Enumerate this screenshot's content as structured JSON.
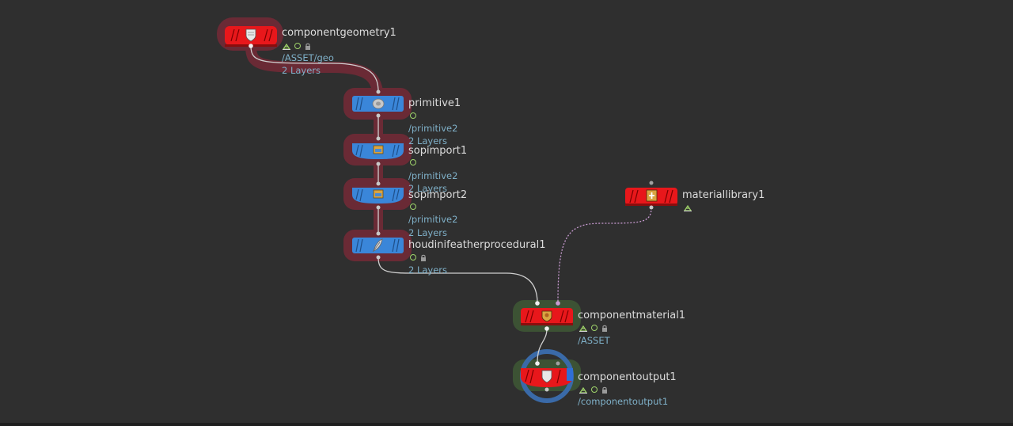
{
  "nodes": {
    "componentgeometry1": {
      "name": "componentgeometry1",
      "info": [
        "/ASSET/geo",
        "2 Layers"
      ],
      "icon": "shield-icon"
    },
    "primitive1": {
      "name": "primitive1",
      "info": [
        "/primitive2",
        "2 Layers"
      ],
      "icon": "primitive-disc-icon"
    },
    "sopimport1": {
      "name": "sopimport1",
      "info": [
        "/primitive2",
        "2 Layers"
      ],
      "icon": "sop-import-icon"
    },
    "sopimport2": {
      "name": "sopimport2",
      "info": [
        "/primitive2",
        "2 Layers"
      ],
      "icon": "sop-import-icon"
    },
    "feather": {
      "name": "houdinifeatherprocedural1",
      "info": [
        "2 Layers"
      ],
      "icon": "feather-icon"
    },
    "materiallibrary1": {
      "name": "materiallibrary1",
      "info": [],
      "icon": "material-library-icon"
    },
    "componentmaterial1": {
      "name": "componentmaterial1",
      "info": [
        "/ASSET"
      ],
      "icon": "material-icon"
    },
    "componentoutput1": {
      "name": "componentoutput1",
      "info": [
        "/componentoutput1"
      ],
      "icon": "shield-icon"
    }
  },
  "colors": {
    "background": "#2f2f2f",
    "asset_node": "#e8171b",
    "lop_node": "#3a86d9",
    "selection_halo": "#6a2a35",
    "display_halo": "#3c5234",
    "output_ring": "#3a6aa8",
    "wire": "#cfcfcf",
    "material_wire": "#c79ad0",
    "label": "#dcdcdc",
    "info": "#7fb0c8"
  }
}
